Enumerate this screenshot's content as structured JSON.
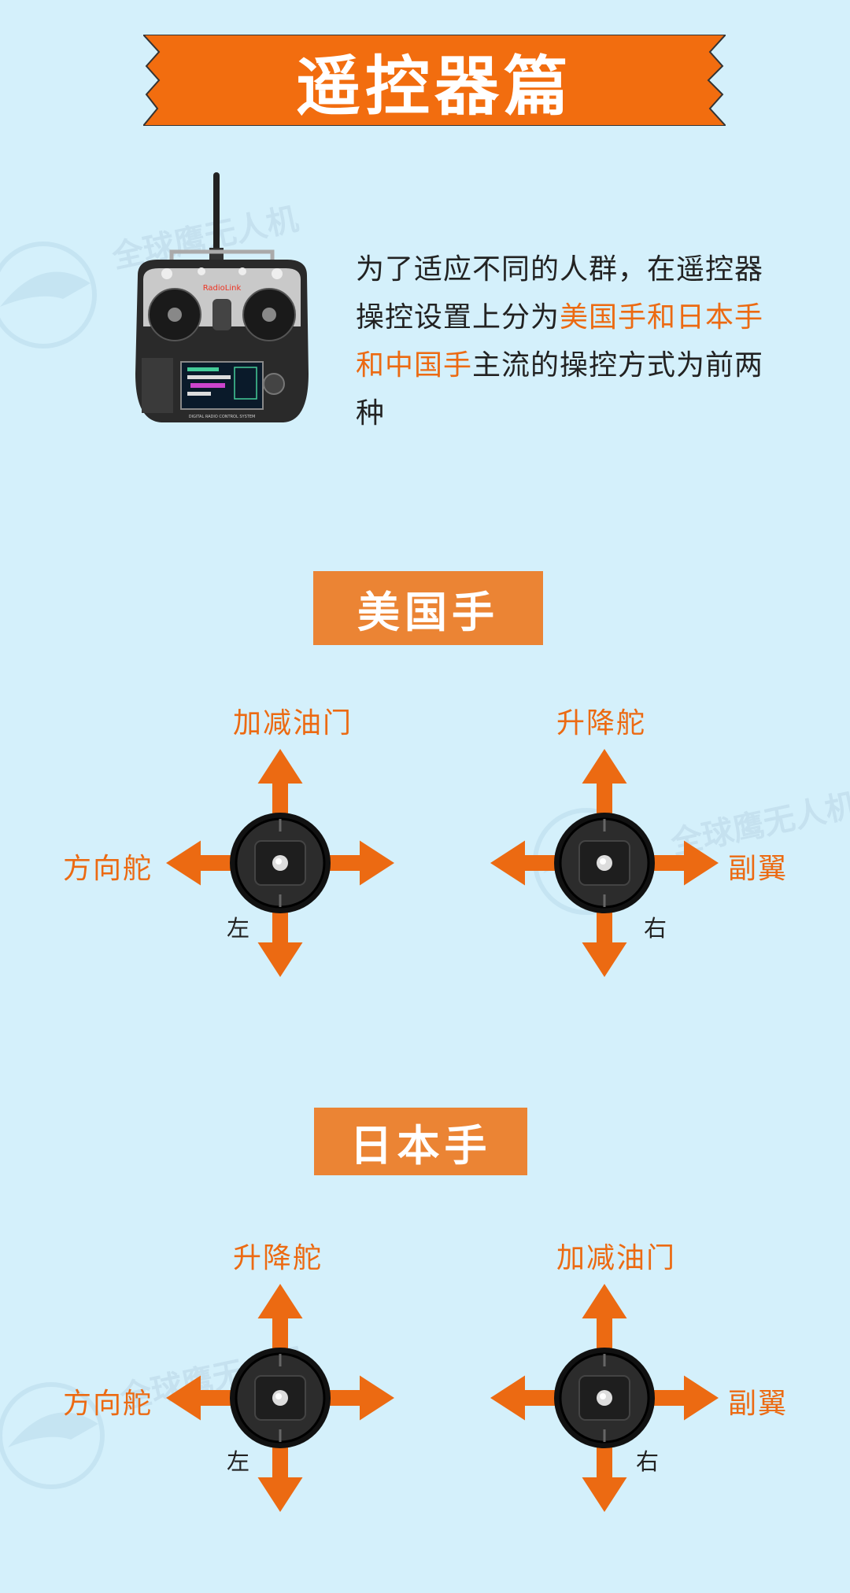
{
  "header": {
    "title": "遥控器篇"
  },
  "intro": {
    "part1": "为了适应不同的人群，在遥控器操控设置上分为",
    "highlight": "美国手和日本手和中国手",
    "part2": "主流的操控方式为前两种"
  },
  "remote": {
    "brand": "RadioLink",
    "screen_caption": "DIGITAL RADIO CONTROL SYSTEM"
  },
  "watermark": {
    "text": "全球鹰无人机"
  },
  "sections": [
    {
      "title": "美国手",
      "left_stick": {
        "side": "左",
        "up": "加减油门",
        "left": "方向舵"
      },
      "right_stick": {
        "side": "右",
        "up": "升降舵",
        "right": "副翼"
      }
    },
    {
      "title": "日本手",
      "left_stick": {
        "side": "左",
        "up": "升降舵",
        "left": "方向舵"
      },
      "right_stick": {
        "side": "右",
        "up": "加减油门",
        "right": "副翼"
      }
    }
  ],
  "colors": {
    "background": "#d4f0fb",
    "accent": "#ec6a12",
    "banner": "#f26d0f",
    "section_label": "#eb8434"
  }
}
